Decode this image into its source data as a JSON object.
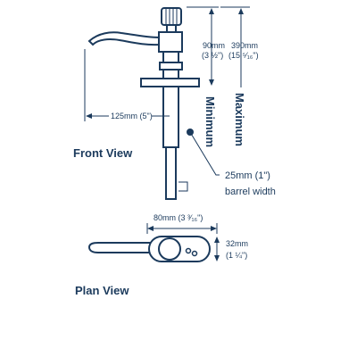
{
  "colors": {
    "ink": "#1b3a5c",
    "background": "#ffffff"
  },
  "front_view": {
    "title": "Front View",
    "dim_height_min_mm": "90mm",
    "dim_height_min_in": "(3 ½\")",
    "dim_height_max_mm": "390mm",
    "dim_height_max_in": "(15 ⁵⁄₁₆\")",
    "label_minimum": "Minimum",
    "label_maximum": "Maximum",
    "dim_handle_reach": "125mm (5\")",
    "barrel_size": "25mm (1\")",
    "barrel_label": "barrel width"
  },
  "plan_view": {
    "title": "Plan View",
    "dim_width": "80mm (3 ³⁄₁₆\")",
    "dim_depth_mm": "32mm",
    "dim_depth_in": "(1 ¼\")"
  }
}
